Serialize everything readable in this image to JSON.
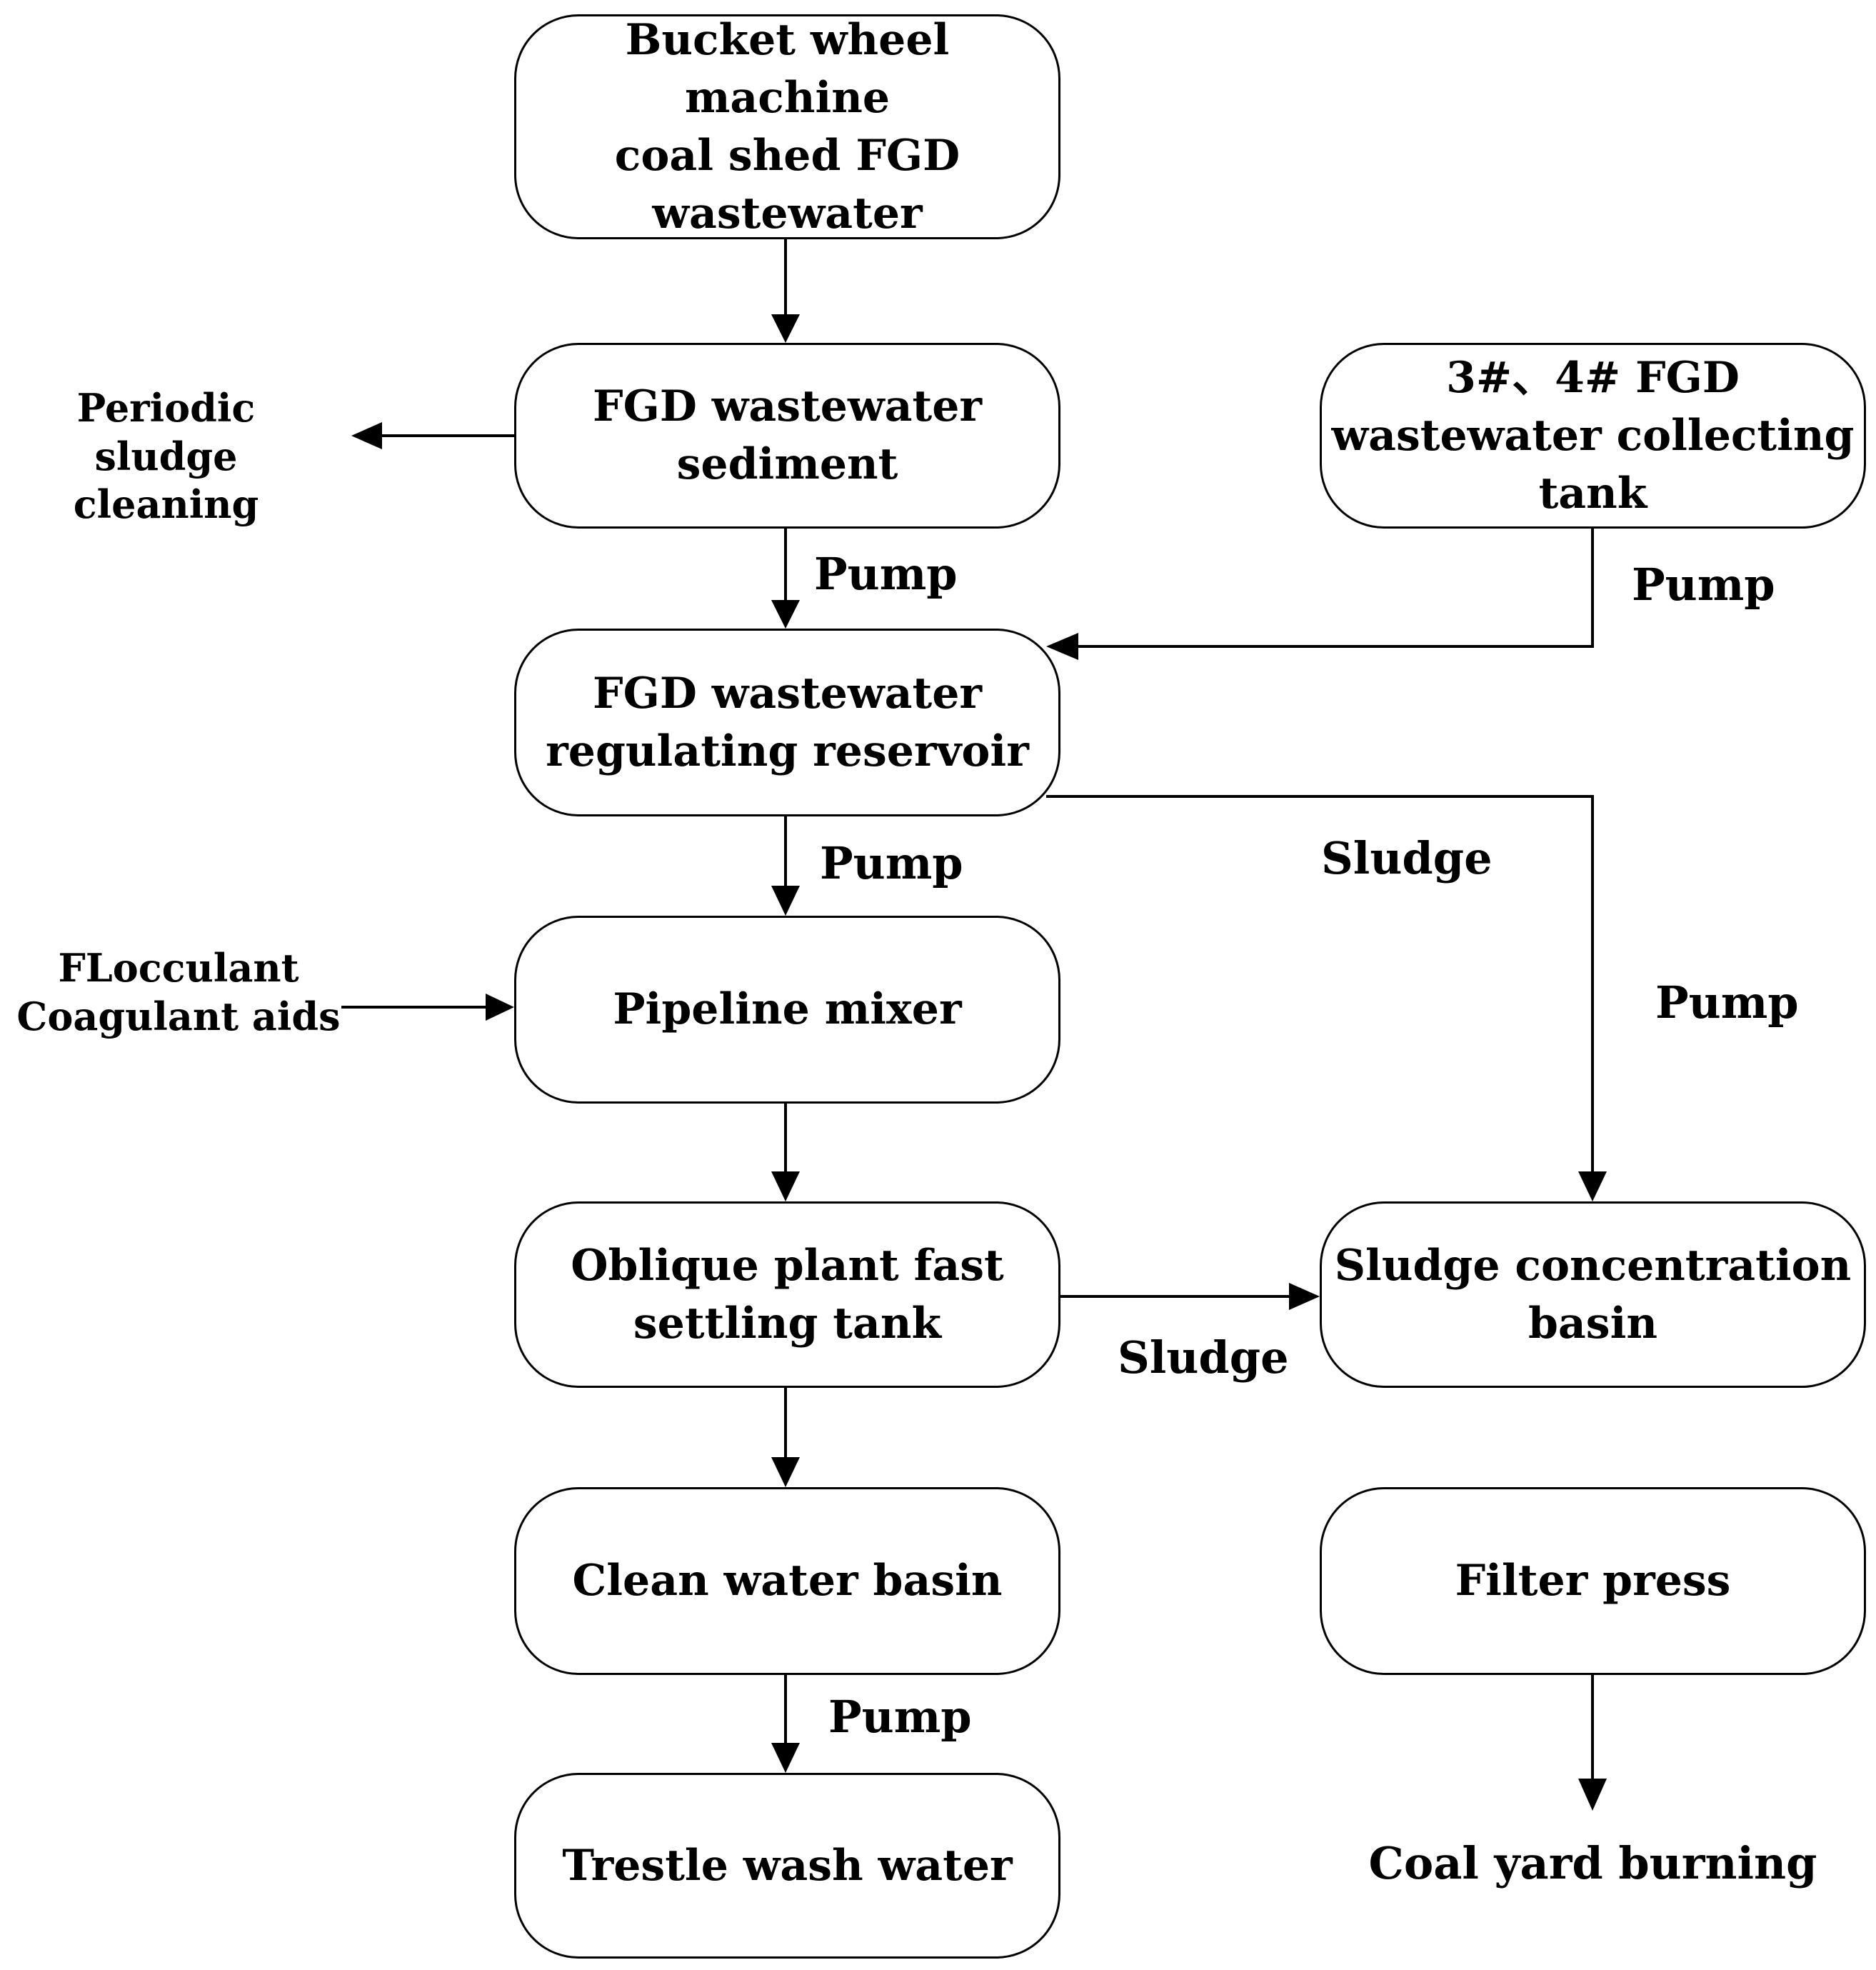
{
  "boxes": {
    "source": "Bucket wheel machine\ncoal shed FGD\nwastewater",
    "sediment": "FGD wastewater\nsediment",
    "collecting": "3#、4# FGD\nwastewater collecting\ntank",
    "regulating": "FGD wastewater\nregulating reservoir",
    "mixer": "Pipeline mixer",
    "oblique": "Oblique plant fast\nsettling tank",
    "concentration": "Sludge concentration\nbasin",
    "clean": "Clean water basin",
    "filter": "Filter press",
    "trestle": "Trestle wash water"
  },
  "labels": {
    "periodic": "Periodic sludge\ncleaning",
    "flocculant": "FLocculant\nCoagulant aids",
    "pump1": "Pump",
    "pump2": "Pump",
    "pump3": "Pump",
    "pump4": "Pump",
    "pump5": "Pump",
    "sludge1": "Sludge",
    "sludge2": "Sludge",
    "coal_yard": "Coal yard burning"
  }
}
